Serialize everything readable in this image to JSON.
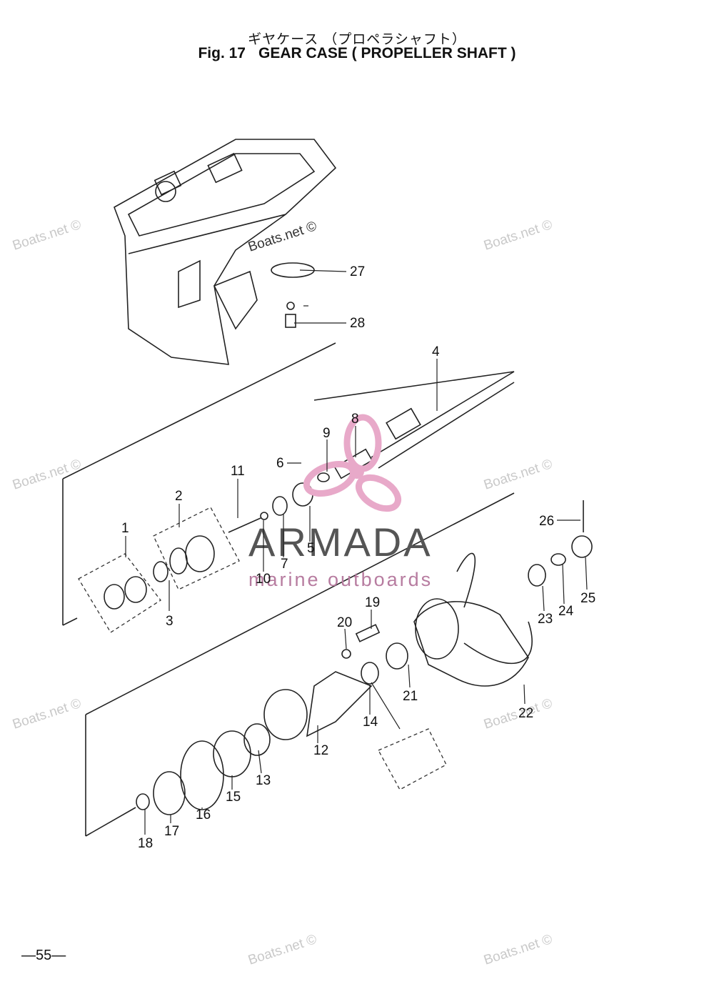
{
  "header": {
    "title_jp": "ギヤケース （プロペラシャフト）",
    "fig_label": "Fig. 17",
    "title_en": "GEAR CASE ( PROPELLER SHAFT )"
  },
  "callouts": [
    {
      "label": "1"
    },
    {
      "label": "2"
    },
    {
      "label": "3"
    },
    {
      "label": "4"
    },
    {
      "label": "5"
    },
    {
      "label": "6"
    },
    {
      "label": "7"
    },
    {
      "label": "8"
    },
    {
      "label": "9"
    },
    {
      "label": "10"
    },
    {
      "label": "11"
    },
    {
      "label": "12"
    },
    {
      "label": "13"
    },
    {
      "label": "14"
    },
    {
      "label": "15"
    },
    {
      "label": "16"
    },
    {
      "label": "17"
    },
    {
      "label": "18"
    },
    {
      "label": "19"
    },
    {
      "label": "20"
    },
    {
      "label": "21"
    },
    {
      "label": "22"
    },
    {
      "label": "23"
    },
    {
      "label": "24"
    },
    {
      "label": "25"
    },
    {
      "label": "26"
    },
    {
      "label": "27"
    },
    {
      "label": "28"
    }
  ],
  "watermark": {
    "text": "Boats.net ©"
  },
  "brand": {
    "name": "ARMADA",
    "tagline": "marine outboards",
    "accent_color": "#e8a9c9"
  },
  "footer": {
    "page_number": "—55—"
  }
}
